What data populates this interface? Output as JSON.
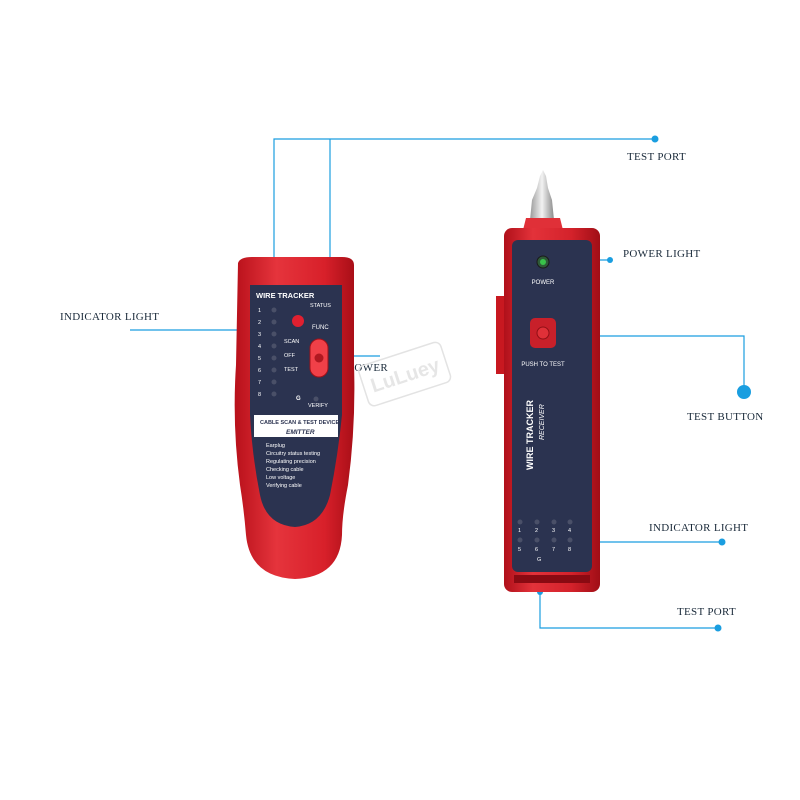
{
  "watermark": "LuLuey",
  "callouts": {
    "test_port_top": "TEST PORT",
    "indicator_light_left": "INDICATOR LIGHT",
    "power_left": "POWER",
    "power_light": "POWER LIGHT",
    "test_button": "TEST BUTTON",
    "indicator_light_right": "INDICATOR LIGHT",
    "test_port_bottom": "TEST PORT"
  },
  "emitter": {
    "title": "WIRE TRACKER",
    "status": "STATUS",
    "func": "FUNC",
    "scan": "SCAN",
    "off": "OFF",
    "test": "TEST",
    "numbers": [
      "1",
      "2",
      "3",
      "4",
      "5",
      "6",
      "7",
      "8"
    ],
    "ground": "G",
    "verify": "VERIFY",
    "device_line": "CABLE SCAN & TEST DEVICE",
    "name": "EMITTER",
    "features": [
      "Earplug",
      "Circuitry status testing",
      "Regulating precision",
      "Checking cable",
      "Low voltage",
      "Verifying cable"
    ]
  },
  "receiver": {
    "power": "POWER",
    "push_to_test": "PUSH TO TEST",
    "title": "WIRE TRACKER",
    "name": "RECEIVER",
    "numbers_top": [
      "1",
      "2",
      "3",
      "4"
    ],
    "numbers_bottom": [
      "5",
      "6",
      "7",
      "8"
    ],
    "ground": "G"
  },
  "colors": {
    "device_red": "#d8202a",
    "panel_navy": "#2b3350",
    "callout_blue": "#1a9ee0"
  }
}
